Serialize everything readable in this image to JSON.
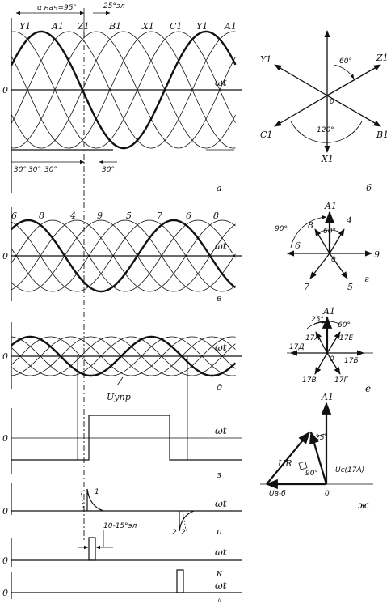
{
  "axis_symbols": {
    "origin": "0",
    "omega_t": "ωt"
  },
  "panels": {
    "a": {
      "letter": "а",
      "phase_labels": [
        "Y1",
        "A1",
        "Z1",
        "B1",
        "X1",
        "C1",
        "Y1",
        "A1"
      ],
      "alpha_label": "α нач=95°",
      "shift_label": "25°эл",
      "angle_marks": [
        "30°",
        "30°",
        "30°",
        "30°"
      ]
    },
    "b": {
      "letter": "б",
      "vectors": [
        "Y1",
        "Z1",
        "C1",
        "B1",
        "X1"
      ],
      "center": "0",
      "angles": [
        "60°",
        "120°"
      ]
    },
    "v": {
      "letter": "в",
      "labels": [
        "6",
        "8",
        "4",
        "9",
        "5",
        "7",
        "6",
        "8"
      ]
    },
    "g": {
      "letter": "г",
      "vectors": [
        "A1",
        "8",
        "4",
        "6",
        "9",
        "7",
        "5"
      ],
      "center": "0",
      "angles": [
        "60°",
        "90°"
      ]
    },
    "d": {
      "letter": "д",
      "control_label": "Uупр"
    },
    "e": {
      "letter": "е",
      "vectors": [
        "A1",
        "17А",
        "17Е",
        "17Д",
        "17Б",
        "17В",
        "17Г"
      ],
      "center": "0",
      "angles": [
        "25°",
        "60°"
      ]
    },
    "z": {
      "letter": "з"
    },
    "i": {
      "letter": "и",
      "pulse_labels": [
        "1",
        "2",
        "2'"
      ],
      "width_label": "10-15°эл"
    },
    "k": {
      "letter": "к"
    },
    "l": {
      "letter": "л"
    },
    "zh": {
      "letter": "ж",
      "vectors": [
        "A1",
        "UR",
        "Uc(17А)",
        "Uв-б"
      ],
      "center": "0",
      "angles": [
        "25°",
        "90°"
      ]
    }
  }
}
